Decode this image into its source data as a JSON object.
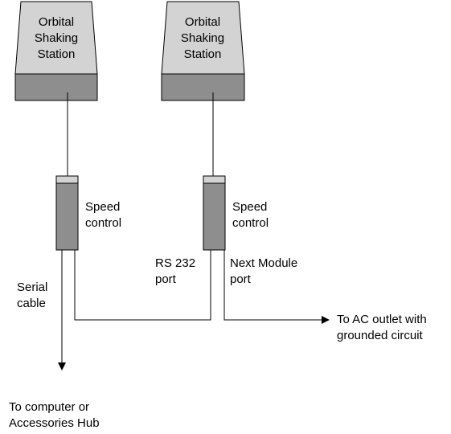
{
  "colors": {
    "station_top": "#d3d3d3",
    "station_base": "#8e8e8e",
    "controller": "#8e8e8e",
    "controller_cap": "#d3d3d3",
    "line": "#000000"
  },
  "stations": [
    {
      "line1": "Orbital",
      "line2": "Shaking",
      "line3": "Station"
    },
    {
      "line1": "Orbital",
      "line2": "Shaking",
      "line3": "Station"
    }
  ],
  "controllers": [
    {
      "line1": "Speed",
      "line2": "control"
    },
    {
      "line1": "Speed",
      "line2": "control"
    }
  ],
  "ports": {
    "rs232_line1": "RS 232",
    "rs232_line2": "port",
    "next_line1": "Next Module",
    "next_line2": "port"
  },
  "cables": {
    "serial_line1": "Serial",
    "serial_line2": "cable"
  },
  "destinations": {
    "ac_line1": "To AC outlet with",
    "ac_line2": "grounded circuit",
    "computer_line1": "To computer or",
    "computer_line2": "Accessories Hub"
  }
}
